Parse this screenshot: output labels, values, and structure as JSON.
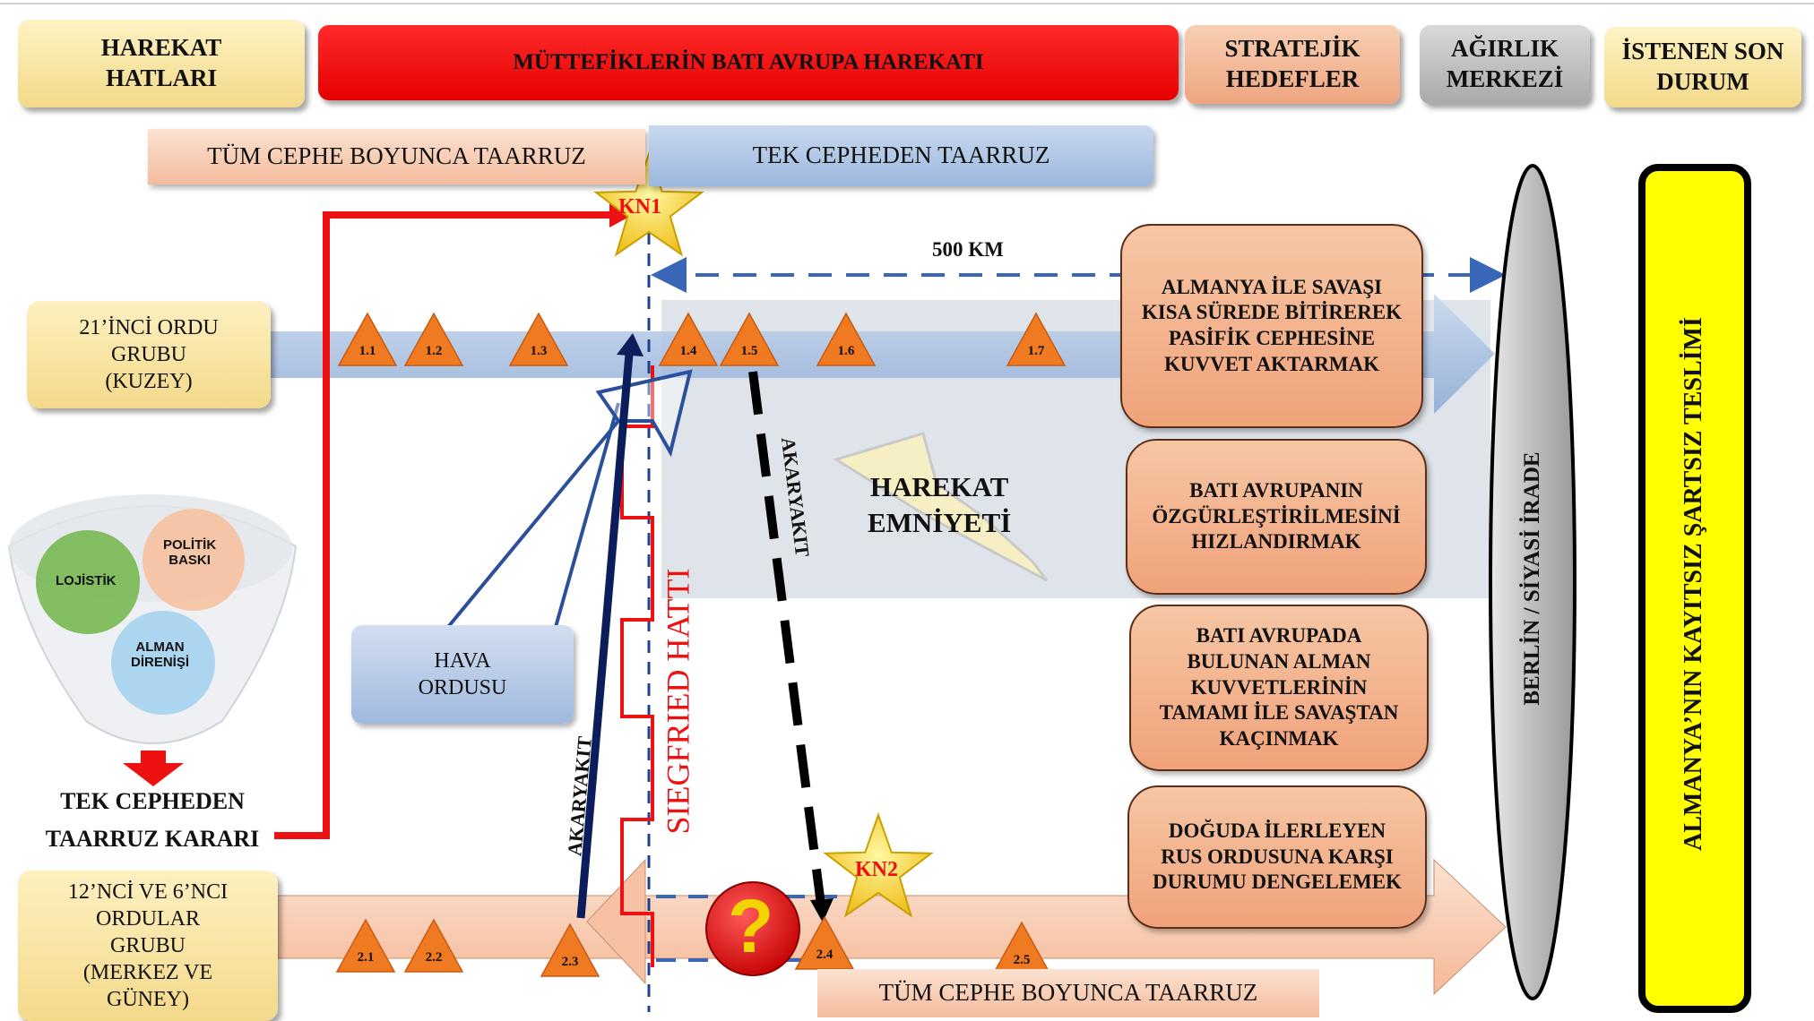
{
  "header": {
    "lines_of_operation": "HAREKAT\nHATLARI",
    "title": "MÜTTEFİKLERİN  BATI AVRUPA HAREKATI",
    "strategic_objectives": "STRATEJİK\nHEDEFLER",
    "center_of_gravity": "AĞIRLIK\nMERKEZİ",
    "end_state": "İSTENEN  SON\nDURUM"
  },
  "options": {
    "broad_front": "TÜM CEPHE BOYUNCA TAARRUZ",
    "single_thrust": "TEK CEPHEDEN TAARRUZ",
    "broad_front_bottom": "TÜM CEPHE BOYUNCA TAARRUZ"
  },
  "groups": {
    "north": "21’İNCİ ORDU\nGRUBU\n(KUZEY)",
    "south": "12’NCİ VE 6’NCI\nORDULAR\nGRUBU\n(MERKEZ VE\nGÜNEY)"
  },
  "air_force": "HAVA\nORDUSU",
  "distance_label": "500 KM",
  "decision_points": {
    "dp1": "KN1",
    "dp2": "KN2"
  },
  "fuel_label": "AKARYAKIT",
  "siegfried": "SIEGFRIED HATTI",
  "operational_security": "HAREKAT\nEMNİYETİ",
  "question_mark": "?",
  "objectives": [
    "ALMANYA İLE SAVAŞI\nKISA SÜREDE BİTİREREK\nPASİFİK CEPHESİNE\nKUVVET AKTARMAK",
    "BATI AVRUPANIN\nÖZGÜRLEŞTİRİLMESİNİ\nHIZLANDIRMAK",
    "BATI AVRUPADA\nBULUNAN ALMAN\nKUVVETLERİNİN\nTAMAMI İLE SAVAŞTAN\nKAÇINMAK",
    "DOĞUDA İLERLEYEN\nRUS ORDUSUNA KARŞI\nDURUMU DENGELEMEK"
  ],
  "cog": "BERLİN / SİYASİ İRADE",
  "end_state_text": "ALMANYA’NIN KAYITSIZ ŞARTSIZ TESLİMİ",
  "funnel": {
    "logistics": "LOJİSTİK",
    "political": "POLİTİK\nBASKI",
    "german_resistance": "ALMAN\nDİRENİŞİ",
    "decision": "TEK  CEPHEDEN\nTAARRUZ  KARARI"
  },
  "north_phases": [
    "1.1",
    "1.2",
    "1.3",
    "1.4",
    "1.5",
    "1.6",
    "1.7"
  ],
  "south_phases": [
    "2.1",
    "2.2",
    "2.3",
    "2.4",
    "2.5"
  ],
  "colors": {
    "red": "#ee1111",
    "blue_bar": "#a7bfe0",
    "peach_bar": "#f8c9ac",
    "orange_phase": "#f07a22",
    "objective_fill": "#f3ad87",
    "end_state_fill": "#ffff00"
  }
}
